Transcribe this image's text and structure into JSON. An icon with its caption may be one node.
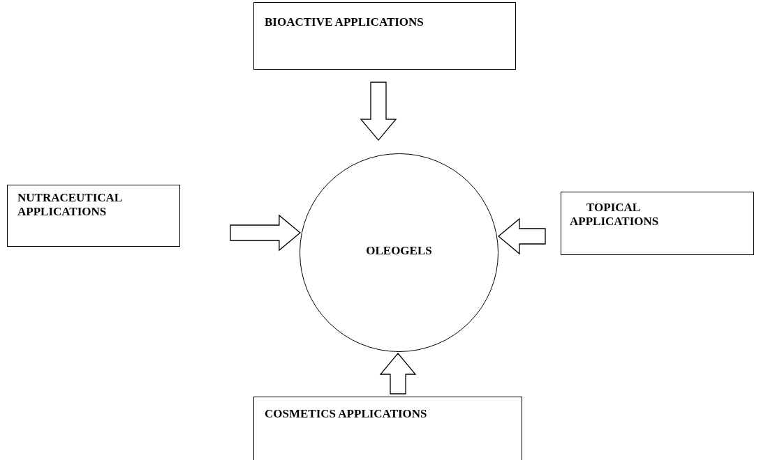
{
  "diagram": {
    "nodes": [
      {
        "text": [
          "BIOACTIVE APPLICATIONS"
        ]
      },
      {
        "text": [
          "NUTRACEUTICAL APPLICATIONS"
        ]
      },
      {
        "text": [
          "OLEOGELS"
        ]
      },
      {
        "text": [
          "TOPICAL APPLICATIONS"
        ]
      },
      {
        "text": [
          "COSMETICS APPLICATIONS"
        ]
      }
    ],
    "edges": [
      {
        "from": 0,
        "to": 2,
        "arrow": "to"
      },
      {
        "from": 1,
        "to": 2,
        "arrow": "to"
      },
      {
        "from": 3,
        "to": 2,
        "arrow": "to"
      },
      {
        "from": 4,
        "to": 2,
        "arrow": "to"
      }
    ]
  }
}
